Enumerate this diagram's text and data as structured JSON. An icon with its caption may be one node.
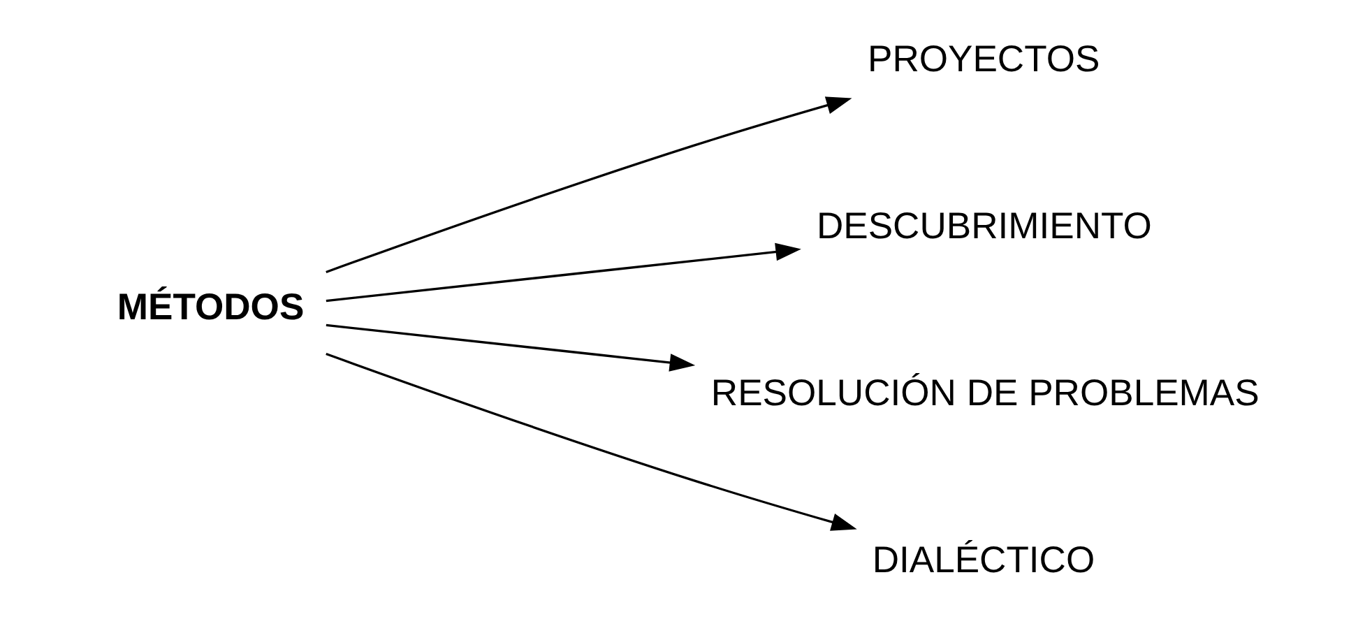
{
  "diagram": {
    "nodes": [
      {
        "text": [
          "MÉTODOS"
        ]
      },
      {
        "text": [
          "PROYECTOS"
        ]
      },
      {
        "text": [
          "DESCUBRIMIENTO"
        ]
      },
      {
        "text": [
          "RESOLUCIÓN DE PROBLEMAS"
        ]
      },
      {
        "text": [
          "DIALÉCTICO"
        ]
      }
    ],
    "edges": [
      {
        "from": 0,
        "to": 1,
        "arrow": "to"
      },
      {
        "from": 0,
        "to": 2,
        "arrow": "to"
      },
      {
        "from": 0,
        "to": 3,
        "arrow": "to"
      },
      {
        "from": 0,
        "to": 4,
        "arrow": "to"
      }
    ]
  }
}
